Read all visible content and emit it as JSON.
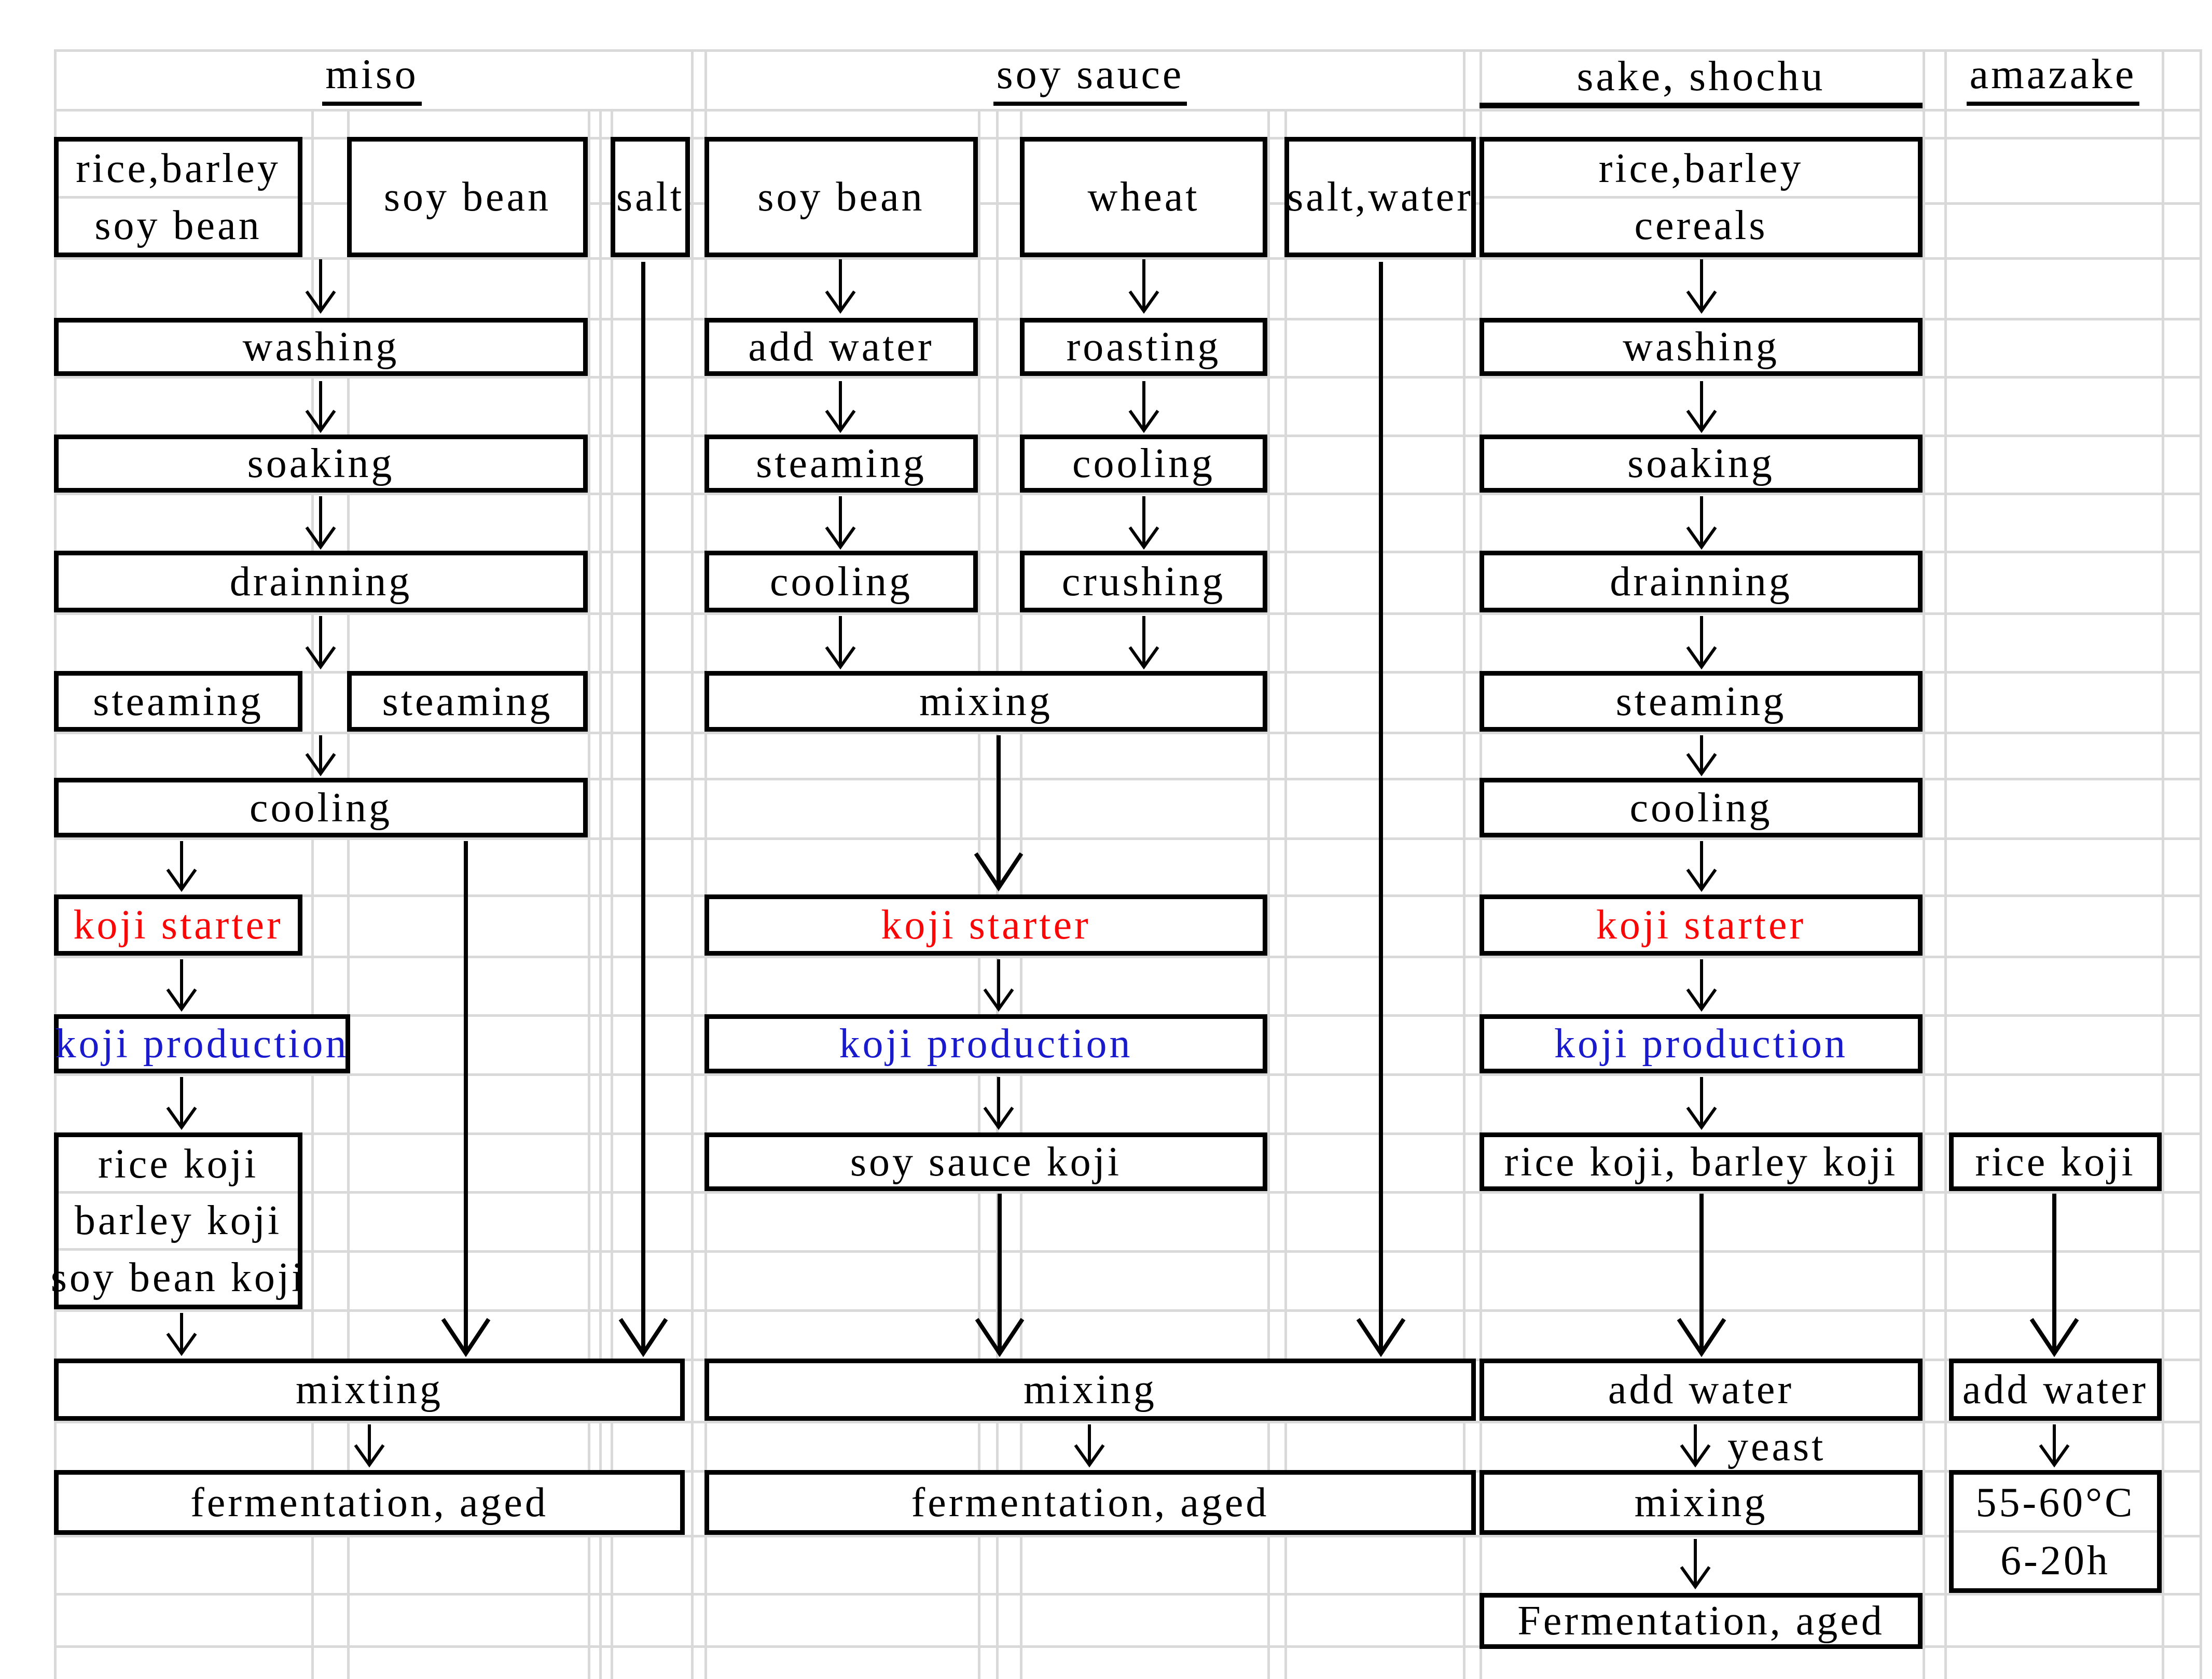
{
  "palette": {
    "background": "#ffffff",
    "grid_line": "#d9d9d9",
    "box_border": "#000000",
    "text": "#000000",
    "koji_starter_red": "#f90606",
    "koji_production_blue": "#1a1acd"
  },
  "columns": {
    "miso": {
      "header": "miso",
      "input_rice_barley": {
        "line1": "rice,barley",
        "line2": "soy bean"
      },
      "input_soy_bean": "soy bean",
      "input_salt": "salt",
      "washing": "washing",
      "soaking": "soaking",
      "draining": "drainning",
      "steaming_left": "steaming",
      "steaming_right": "steaming",
      "cooling": "cooling",
      "koji_starter": "koji starter",
      "koji_production": "koji production",
      "koji_products": {
        "line1": "rice koji",
        "line2": "barley koji",
        "line3": "soy bean koji"
      },
      "mixing": "mixting",
      "fermentation": "fermentation, aged"
    },
    "soy_sauce": {
      "header": "soy sauce",
      "input_soy_bean": "soy bean",
      "input_wheat": "wheat",
      "input_salt_water": "salt,water",
      "add_water": "add water",
      "roasting": "roasting",
      "steaming": "steaming",
      "cooling_wheat": "cooling",
      "cooling_soy": "cooling",
      "crushing": "crushing",
      "mixing_first": "mixing",
      "koji_starter": "koji starter",
      "koji_production": "koji production",
      "soy_sauce_koji": "soy sauce koji",
      "mixing_second": "mixing",
      "fermentation": "fermentation, aged"
    },
    "sake_shochu": {
      "header": "sake, shochu",
      "input_rice_barley": {
        "line1": "rice,barley",
        "line2": "cereals"
      },
      "washing": "washing",
      "soaking": "soaking",
      "draining": "drainning",
      "steaming": "steaming",
      "cooling": "cooling",
      "koji_starter": "koji starter",
      "koji_production": "koji production",
      "koji_products": "rice koji, barley koji",
      "add_water": "add water",
      "yeast_label": "yeast",
      "mixing": "mixing",
      "fermentation": "Fermentation, aged"
    },
    "amazake": {
      "header": "amazake",
      "rice_koji": "rice koji",
      "add_water": "add water",
      "saccharification": {
        "line1": "55-60°C",
        "line2": "6-20h"
      }
    }
  }
}
